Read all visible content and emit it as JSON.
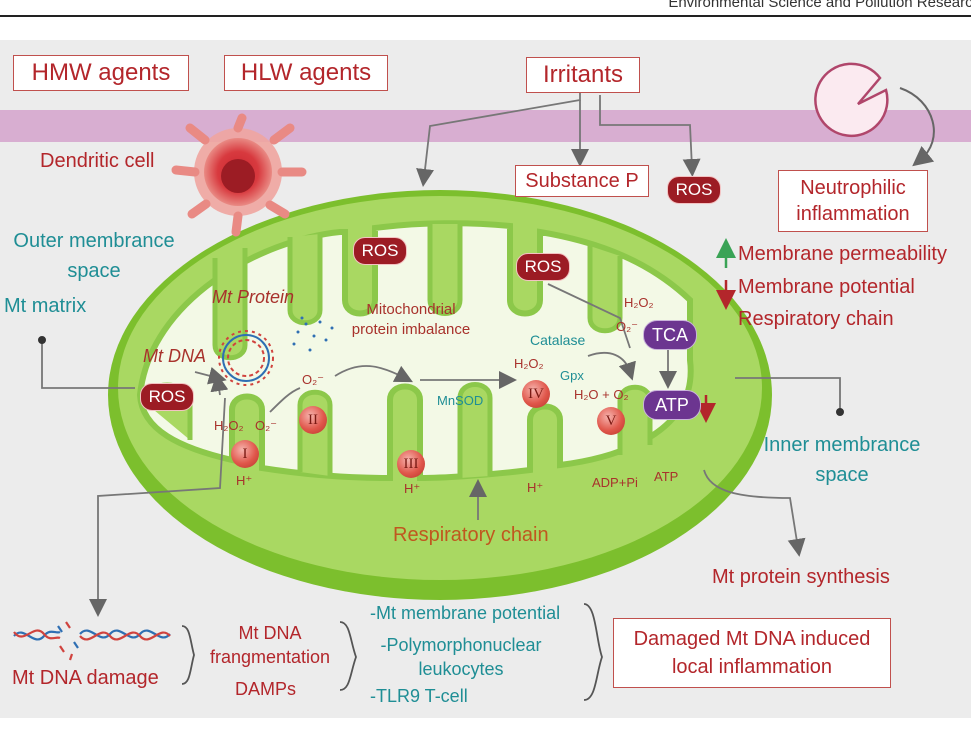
{
  "header": {
    "journal": "Environmental Science and Pollution Research"
  },
  "agents": {
    "hmw": "HMW agents",
    "hlw": "HLW agents",
    "irritants": "Irritants"
  },
  "labels": {
    "dendritic_cell": "Dendritic cell",
    "substance_p": "Substance P",
    "ros": "ROS",
    "neutrophilic": [
      "Neutrophilic",
      "inflammation"
    ],
    "outer_membrane": [
      "Outer membrance",
      "space"
    ],
    "mt_matrix": "Mt matrix",
    "mt_protein": "Mt Protein",
    "mt_dna": "Mt DNA",
    "mito_imbalance": [
      "Mitochondrial",
      "protein imbalance"
    ],
    "catalase": "Catalase",
    "gpx": "Gpx",
    "mnsod": "MnSOD",
    "tca": "TCA",
    "atp": "ATP",
    "adp_pi": "ADP+Pi",
    "atp_small": "ATP",
    "h2o2": "H₂O₂",
    "o2_minus": "O₂⁻",
    "h2o_o2": "H₂O + O₂",
    "h_plus": "H⁺",
    "respiratory_chain": "Respiratory chain",
    "inner_membrane": [
      "Inner membrance",
      "space"
    ],
    "mt_protein_synthesis": "Mt protein synthesis"
  },
  "effects": {
    "up": "Membrane permeability",
    "down1": "Membrane potential",
    "down2": "Respiratory chain"
  },
  "complexes": [
    "I",
    "II",
    "III",
    "IV",
    "V"
  ],
  "bottom": {
    "mt_dna_damage": "Mt DNA damage",
    "fragmentation": [
      "Mt DNA",
      "frangmentation"
    ],
    "damps": "DAMPs",
    "list1": "-Mt membrane potential",
    "list2": [
      "-Polymorphonuclear",
      "leukocytes"
    ],
    "list3": "-TLR9 T-cell",
    "outcome": [
      "Damaged Mt DNA induced",
      "local inflammation"
    ]
  },
  "colors": {
    "accent_red": "#b3262b",
    "teal": "#1f8e95",
    "membrane_pink": "#d8aed1",
    "mito_green": "#8ccf3f"
  }
}
